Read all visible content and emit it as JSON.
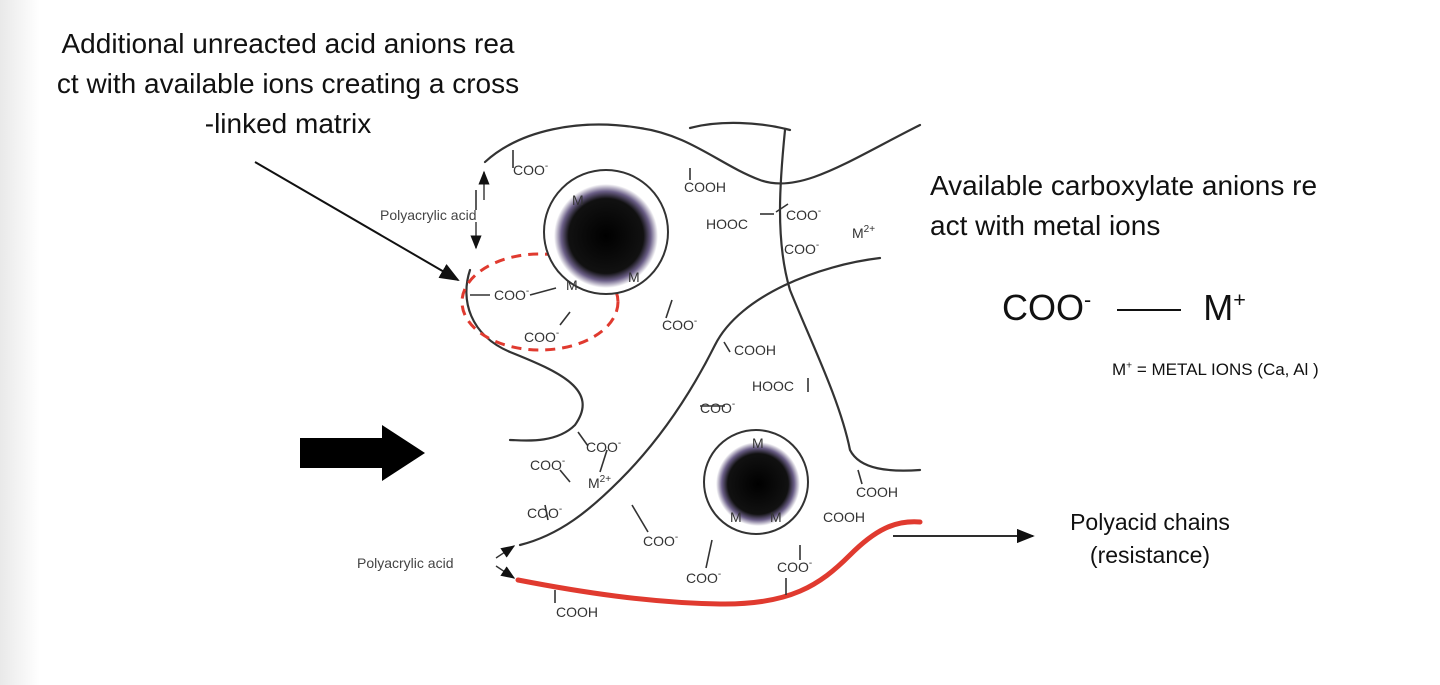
{
  "annotations": {
    "top_note": "Additional unreacted acid anions rea\nct with available ions creating a cross\n-linked matrix",
    "right_note": "Available carboxylate anions re\nact with metal ions",
    "formula_left": "COO",
    "formula_left_sup": "-",
    "formula_right": "M",
    "formula_right_sup": "+",
    "legend_sym": "M",
    "legend_sup": "+",
    "legend_text": " = METAL IONS (Ca, Al )",
    "chains_label": "Polyacid chains\n(resistance)"
  },
  "diagram": {
    "polyacrylic_top": "Polyacrylic acid",
    "polyacrylic_bottom": "Polyacrylic acid",
    "coo": "COO",
    "cooh": "COOH",
    "hooc": "HOOC",
    "m": "M",
    "m2": "M",
    "minus": "-",
    "two_plus": "2+"
  },
  "colors": {
    "highlight_red": "#e03a2f",
    "ink": "#111111",
    "line": "#333333"
  }
}
